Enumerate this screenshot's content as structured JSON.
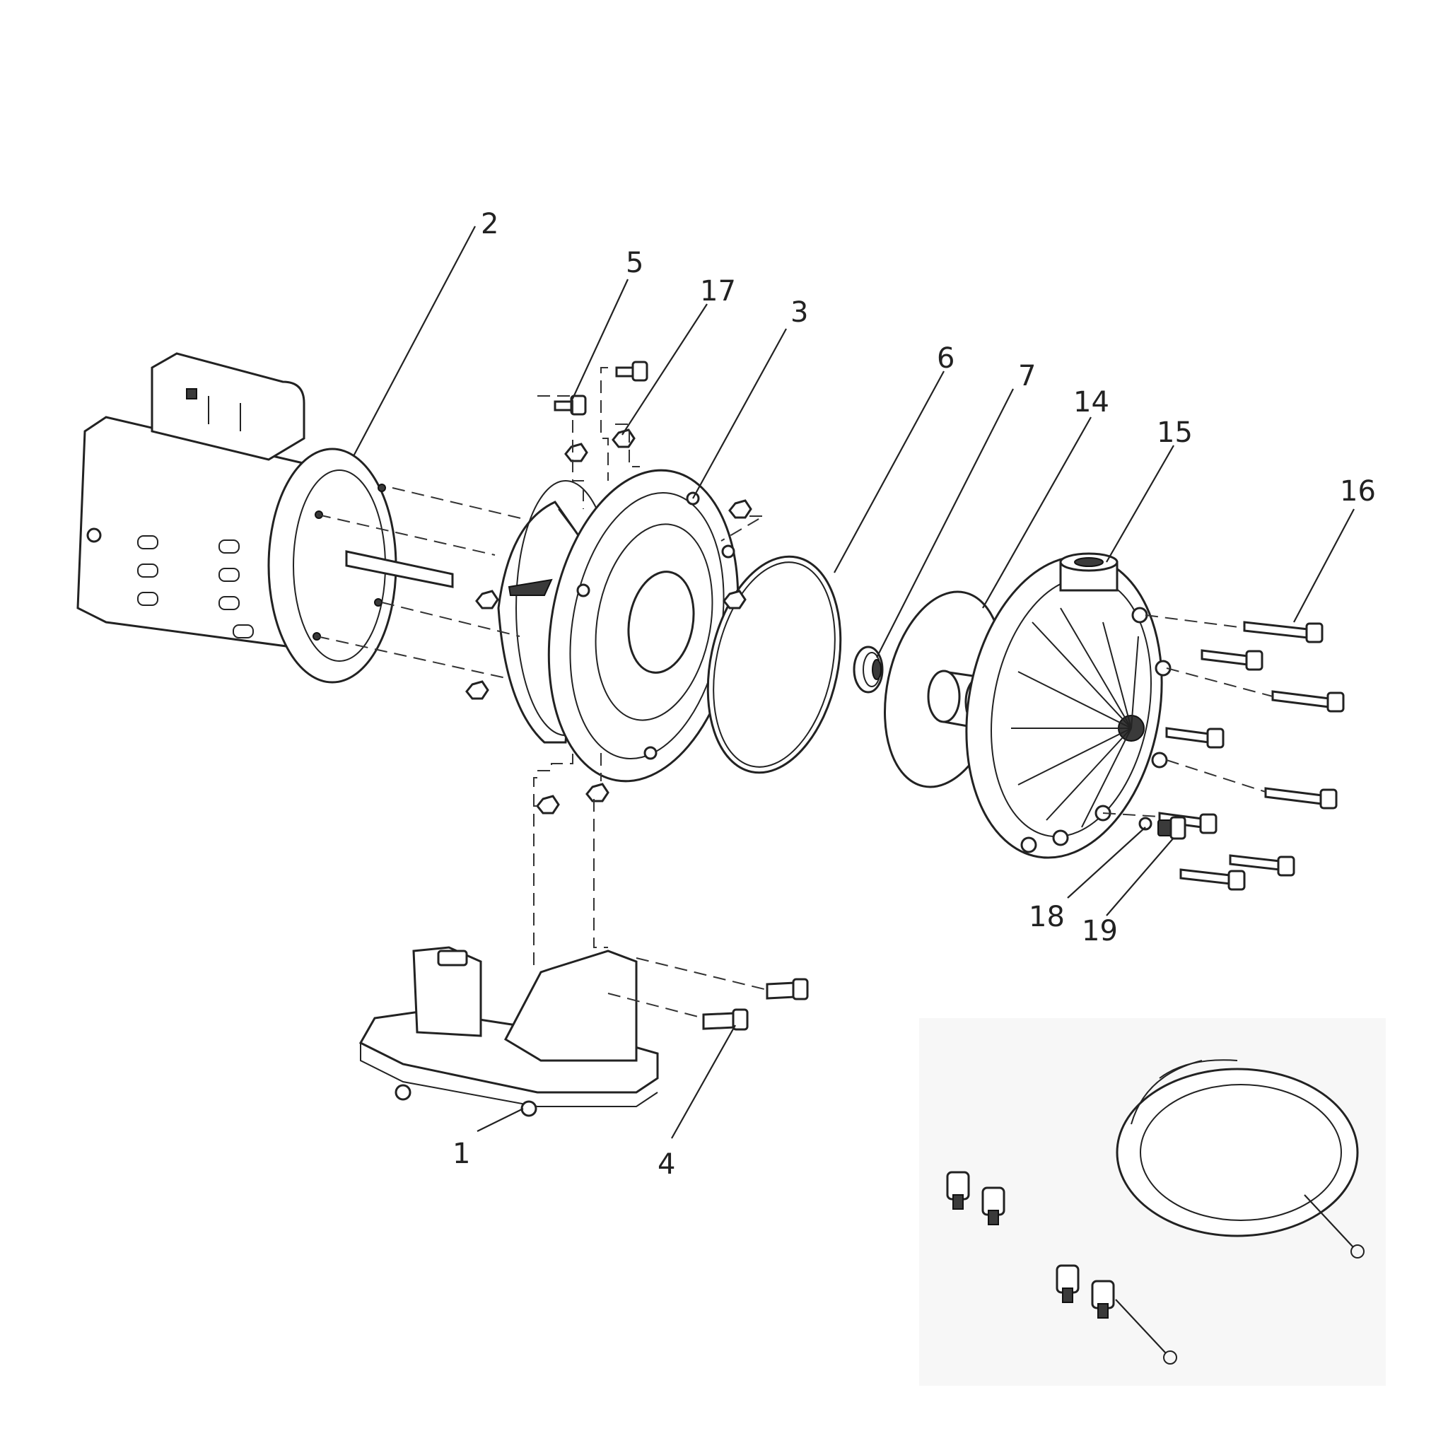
{
  "diagram": {
    "callouts": [
      {
        "id": "1",
        "label": "1"
      },
      {
        "id": "2",
        "label": "2"
      },
      {
        "id": "3",
        "label": "3"
      },
      {
        "id": "4",
        "label": "4"
      },
      {
        "id": "5",
        "label": "5"
      },
      {
        "id": "6",
        "label": "6"
      },
      {
        "id": "7",
        "label": "7"
      },
      {
        "id": "14",
        "label": "14"
      },
      {
        "id": "15",
        "label": "15"
      },
      {
        "id": "16",
        "label": "16"
      },
      {
        "id": "17",
        "label": "17"
      },
      {
        "id": "18",
        "label": "18"
      },
      {
        "id": "19",
        "label": "19"
      }
    ],
    "colors": {
      "line": "#222222",
      "background": "#ffffff",
      "kit_panel": "#f7f7f7"
    }
  }
}
